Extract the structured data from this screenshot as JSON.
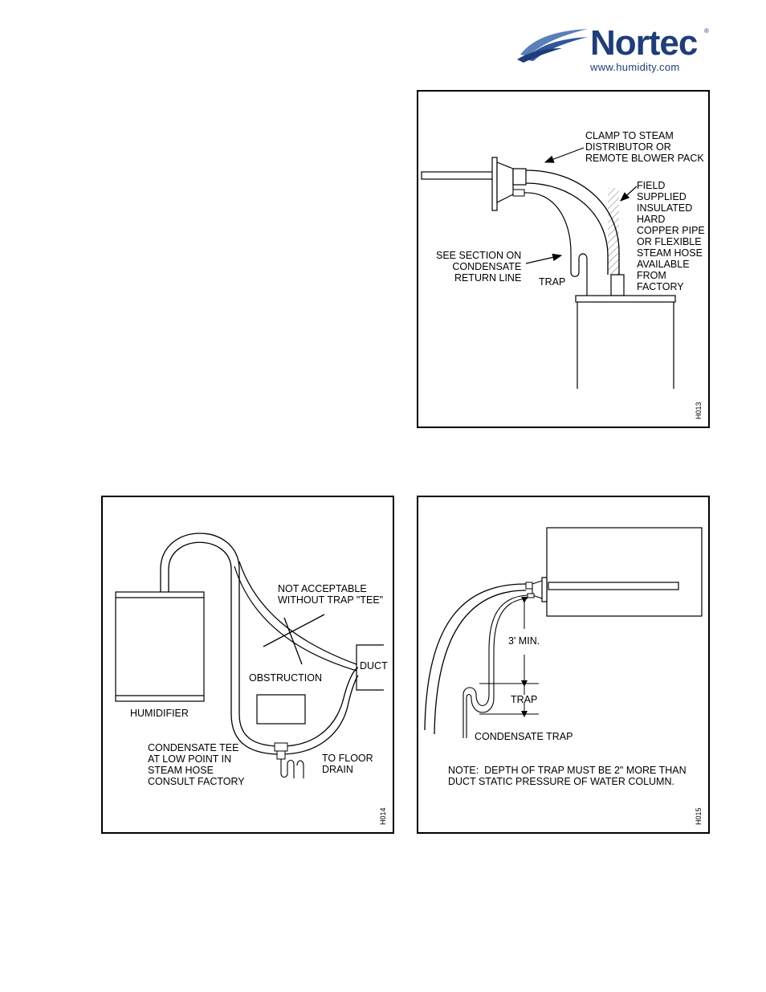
{
  "brand": {
    "name": "Nortec",
    "registered": "®",
    "url": "www.humidity.com"
  },
  "figures": [
    {
      "code": "H013",
      "labels": {
        "clamp": "CLAMP TO STEAM\nDISTRIBUTOR OR\nREMOTE BLOWER PACK",
        "field": "FIELD\nSUPPLIED\nINSULATED\nHARD\nCOPPER PIPE\nOR FLEXIBLE\nSTEAM HOSE\nAVAILABLE\nFROM\nFACTORY",
        "see_section": "SEE SECTION ON\nCONDENSATE\nRETURN LINE",
        "trap": "TRAP"
      }
    },
    {
      "code": "H014",
      "labels": {
        "not_acceptable": "NOT ACCEPTABLE\nWITHOUT TRAP \"TEE\"",
        "duct": "DUCT",
        "obstruction": "OBSTRUCTION",
        "humidifier": "HUMIDIFIER",
        "condensate_tee": "CONDENSATE TEE\nAT LOW POINT IN\nSTEAM HOSE\nCONSULT FACTORY",
        "to_floor_drain": "TO FLOOR\nDRAIN"
      }
    },
    {
      "code": "H015",
      "labels": {
        "min": "3' MIN.",
        "trap": "TRAP",
        "condensate_trap": "CONDENSATE TRAP",
        "note": "NOTE:  DEPTH OF TRAP MUST BE 2\" MORE THAN\nDUCT STATIC PRESSURE OF WATER COLUMN."
      }
    }
  ]
}
